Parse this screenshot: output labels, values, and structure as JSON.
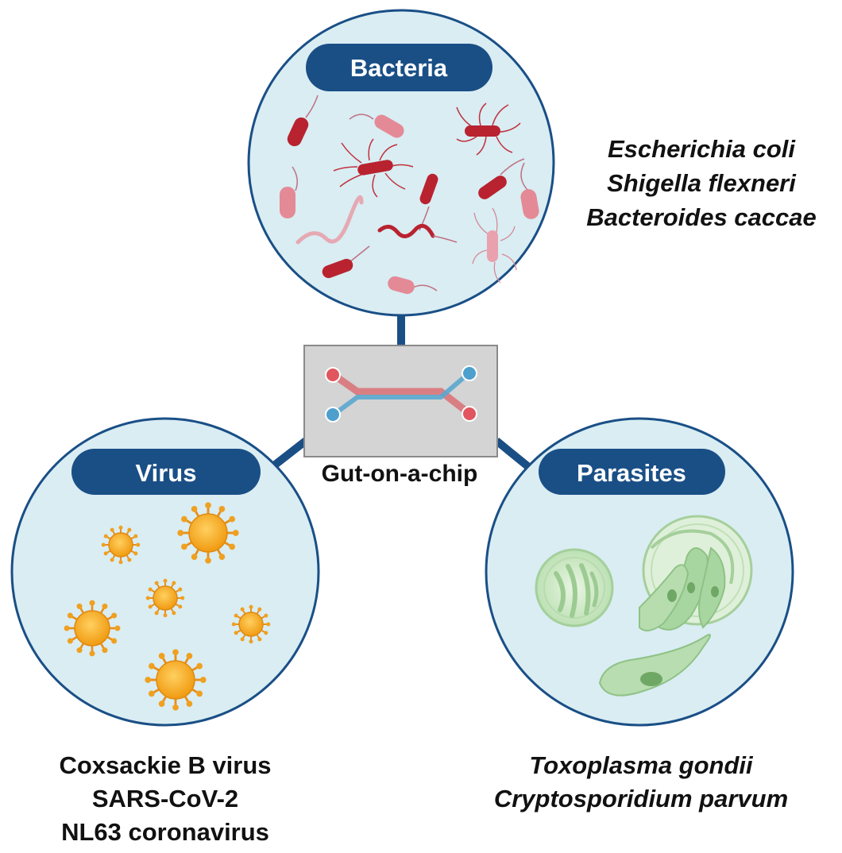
{
  "chip": {
    "label": "Gut-on-a-chip"
  },
  "bacteria": {
    "title": "Bacteria",
    "species": [
      "Escherichia coli",
      "Shigella flexneri",
      "Bacteroides caccae"
    ]
  },
  "virus": {
    "title": "Virus",
    "species": [
      "Coxsackie B virus",
      "SARS-CoV-2",
      "NL63 coronavirus"
    ]
  },
  "parasites": {
    "title": "Parasites",
    "species": [
      "Toxoplasma gondii",
      "Cryptosporidium parvum"
    ]
  },
  "colors": {
    "pill": "#1a4f86",
    "connector": "#1a4f86",
    "circle_fill": "#d9edf3",
    "circle_stroke": "#1a4f86",
    "chip_fill": "#d3d3d3",
    "channel_red": "#d9767b",
    "channel_blue": "#5aa7cf",
    "virus_orange": "#f0a020",
    "bacteria_red": "#b8232f",
    "bacteria_pink": "#e48a96",
    "parasite_green": "#a8d6a0"
  }
}
